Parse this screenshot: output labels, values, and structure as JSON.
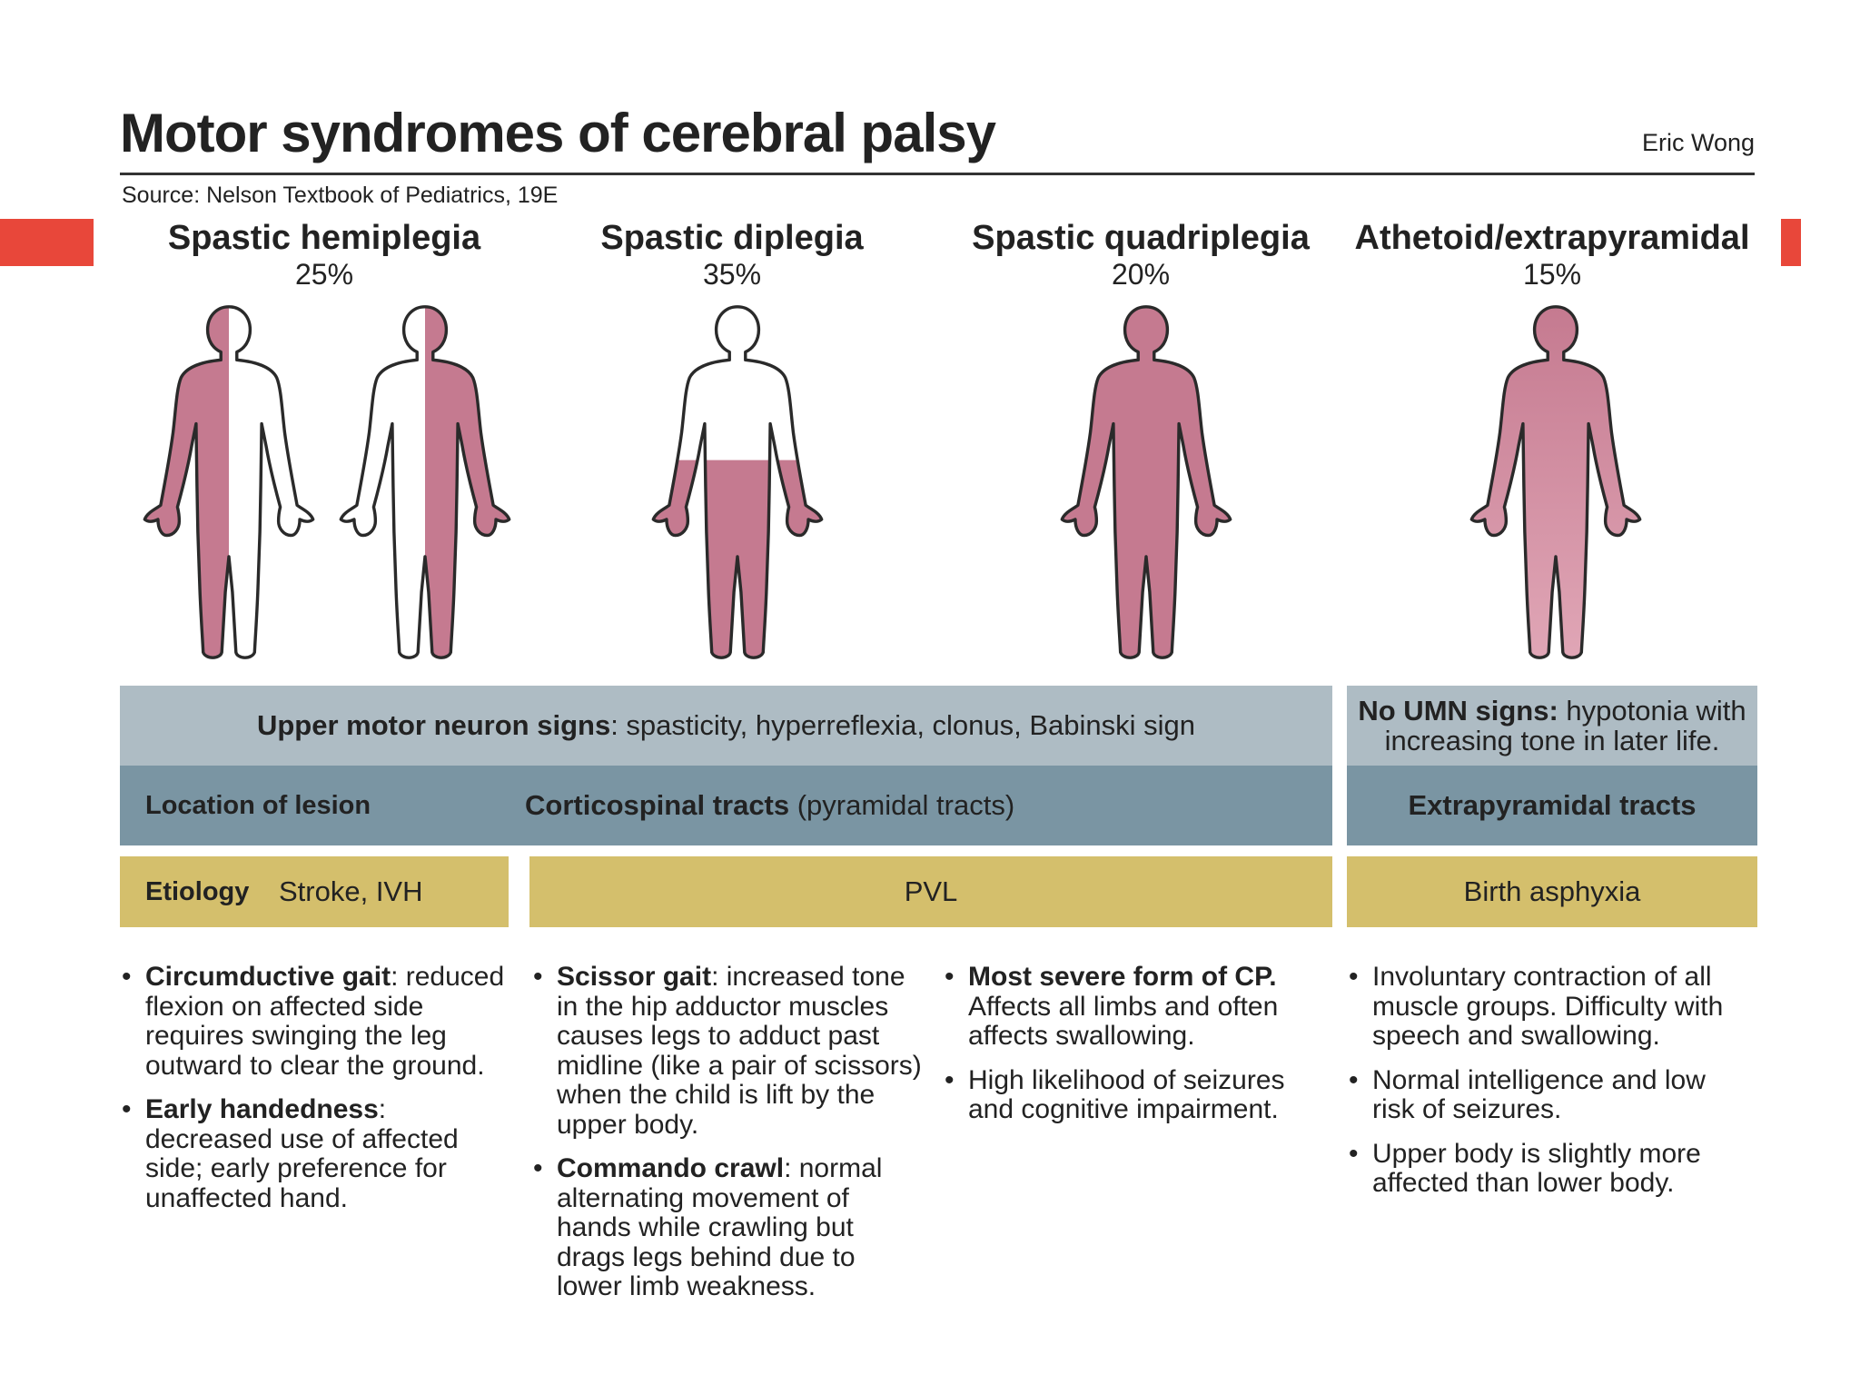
{
  "title": "Motor syndromes of cerebral palsy",
  "author": "Eric Wong",
  "source": "Source: Nelson Textbook of Pediatrics, 19E",
  "colors": {
    "accent": "#e8473a",
    "affected": "#c57a90",
    "affected_light": "#e0a6b6",
    "band_light": "#aebcc4",
    "band_dark": "#7a95a3",
    "etiology": "#d4bf6c"
  },
  "syndromes": [
    {
      "name": "Spastic hemiplegia",
      "percent": "25%"
    },
    {
      "name": "Spastic diplegia",
      "percent": "35%"
    },
    {
      "name": "Spastic quadriplegia",
      "percent": "20%"
    },
    {
      "name": "Athetoid/extrapyramidal",
      "percent": "15%"
    }
  ],
  "signs": {
    "umn_label": "Upper motor neuron signs",
    "umn_text": ": spasticity, hyperreflexia, clonus, Babinski sign",
    "no_umn_label": "No UMN signs:",
    "no_umn_text": " hypotonia with increasing tone in later life."
  },
  "location": {
    "label": "Location of lesion",
    "pyramidal_bold": "Corticospinal tracts",
    "pyramidal_rest": " (pyramidal tracts)",
    "extrapyramidal": "Extrapyramidal tracts"
  },
  "etiology": {
    "label": "Etiology",
    "hemiplegia": "Stroke, IVH",
    "diplegia_quadriplegia": "PVL",
    "athetoid": "Birth asphyxia"
  },
  "notes": {
    "hemiplegia": [
      {
        "bold": "Circumductive gait",
        "text": ": reduced flexion on affected side requires swinging the leg outward to clear the ground."
      },
      {
        "bold": "Early handedness",
        "text": ": decreased use of affected side; early preference for unaffected hand."
      }
    ],
    "diplegia": [
      {
        "bold": "Scissor gait",
        "text": ": increased tone in the hip adductor muscles causes legs to adduct past midline (like a pair of scissors) when the child is lift by the upper body."
      },
      {
        "bold": "Commando crawl",
        "text": ": normal alternating movement of hands while crawling but drags legs behind due to lower limb weakness."
      }
    ],
    "quadriplegia": [
      {
        "bold": "Most severe form of CP.",
        "text": " Affects all limbs and often affects swallowing."
      },
      {
        "bold": "",
        "text": "High likelihood of seizures and cognitive impairment."
      }
    ],
    "athetoid": [
      {
        "bold": "",
        "text": "Involuntary contraction of all muscle groups. Difficulty with speech and swallowing."
      },
      {
        "bold": "",
        "text": "Normal intelligence and low risk of seizures."
      },
      {
        "bold": "",
        "text": "Upper body is slightly more affected than lower body."
      }
    ]
  }
}
